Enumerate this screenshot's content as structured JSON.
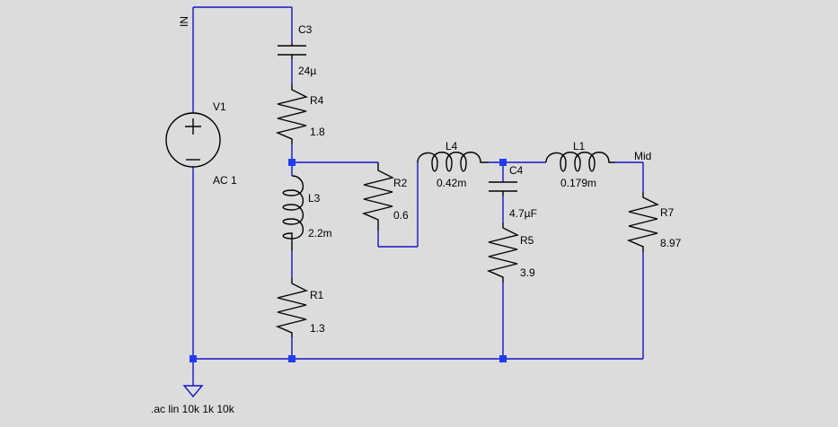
{
  "schematic": {
    "net_in": "IN",
    "net_mid": "Mid",
    "directive": ".ac lin 10k 1k 10k",
    "source": {
      "name": "V1",
      "value": "AC 1"
    },
    "components": {
      "C3": {
        "name": "C3",
        "value": "24µ"
      },
      "R4": {
        "name": "R4",
        "value": "1.8"
      },
      "L3": {
        "name": "L3",
        "value": "2.2m"
      },
      "R1": {
        "name": "R1",
        "value": "1.3"
      },
      "R2": {
        "name": "R2",
        "value": "0.6"
      },
      "L4": {
        "name": "L4",
        "value": "0.42m"
      },
      "C4": {
        "name": "C4",
        "value": "4.7µF"
      },
      "R5": {
        "name": "R5",
        "value": "3.9"
      },
      "L1": {
        "name": "L1",
        "value": "0.179m"
      },
      "R7": {
        "name": "R7",
        "value": "8.97"
      }
    }
  },
  "colors": {
    "background": "#dcdcdc",
    "wire": "#1414c8",
    "junction": "#1f3cf0",
    "component": "#000000"
  }
}
